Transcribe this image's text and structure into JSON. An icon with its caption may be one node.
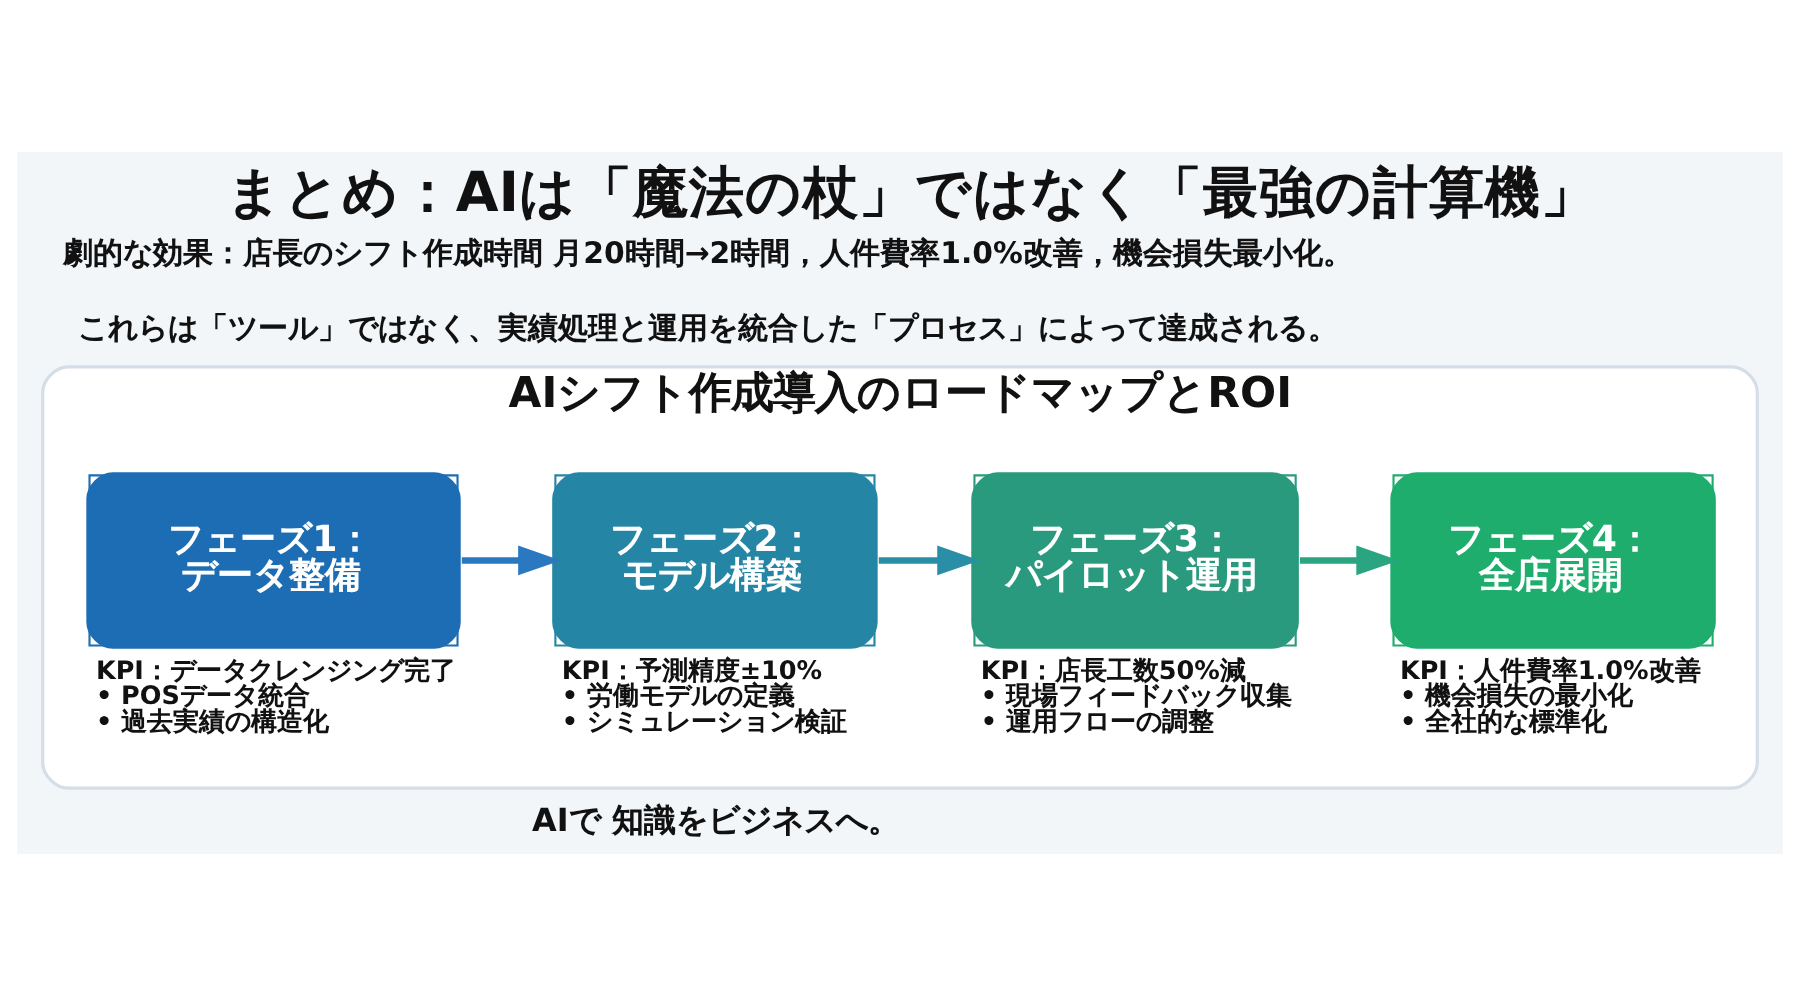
{
  "diagram": {
    "title": "まとめ：AIは「魔法の杖」ではなく「最強の計算機」",
    "nodes": [
      {
        "text": [
          "AIシフト作成導入のロードマップとROI"
        ]
      },
      {
        "text": [
          "フェーズ1：",
          "データ整備"
        ],
        "in": 0,
        "beside": [
          "KPI：データクレンジング完了",
          "• POSデータ統合",
          "• 過去実績の構造化"
        ]
      },
      {
        "text": [
          "フェーズ2：",
          "モデル構築"
        ],
        "in": 0,
        "beside": [
          "KPI：予測精度±10%",
          "• 労働モデルの定義",
          "• シミュレーション検証"
        ]
      },
      {
        "text": [
          "フェーズ3：",
          "パイロット運用"
        ],
        "in": 0,
        "beside": [
          "KPI：店長工数50%減",
          "• 現場フィードバック収集",
          "• 運用フローの調整"
        ]
      },
      {
        "text": [
          "フェーズ4：",
          "全店展開"
        ],
        "in": 0,
        "beside": [
          "KPI：人件費率1.0%改善",
          "• 機会損失の最小化",
          "• 全社的な標準化"
        ]
      }
    ],
    "edges": [
      {
        "from": 1,
        "to": 2,
        "arrow": "to",
        "color": "#2a78c0"
      },
      {
        "from": 2,
        "to": 3,
        "arrow": "to",
        "color": "#2a8fa6"
      },
      {
        "from": 3,
        "to": 4,
        "arrow": "to",
        "color": "#2ba482"
      }
    ],
    "labels": [
      "劇的な効果：店長のシフト作成時間 月20時間→2時間，人件費率1.0%改善，機会損失最小化。",
      "これらは「ツール」ではなく、実績処理と運用を統合した「プロセス」によって達成される。",
      "AIで 知識をビジネスへ。"
    ]
  }
}
